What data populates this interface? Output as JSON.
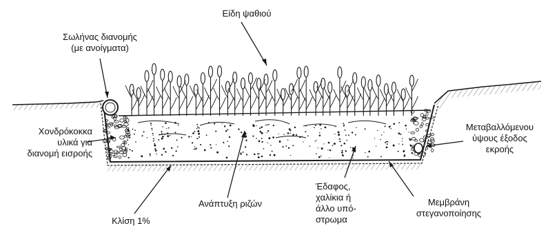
{
  "labels": {
    "plant_species": "Είδη ψαθιού",
    "distribution_pipe": "Σωλήνας διανομής\n(με ανοίγματα)",
    "coarse_material": "Χονδρόκοκκα\nυλικά για\nδιανομή εισροής",
    "slope": "Κλίση 1%",
    "root_development": "Ανάπτυξη ριζών",
    "substrate": "Έδαφος,\nχαλίκια ή\nάλλο υπό-\nστρωμα",
    "membrane": "Μεμβράνη\nστεγανοποίησης",
    "outlet": "Μεταβαλλόμενου\nύψους έξοδος\nεκροής"
  },
  "colors": {
    "ink": "#1a1a1a",
    "background": "#ffffff"
  }
}
